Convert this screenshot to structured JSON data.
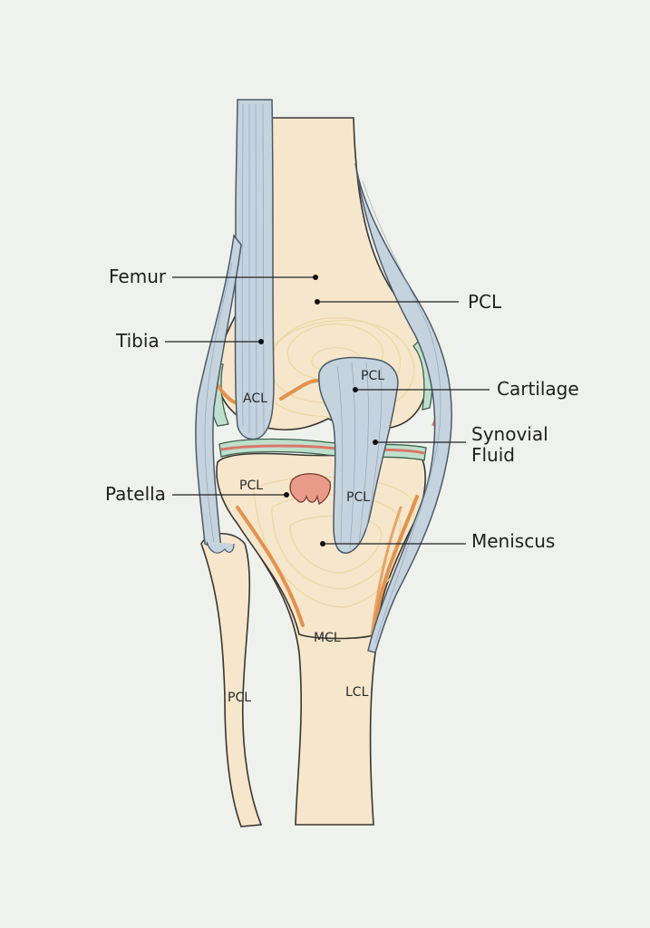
{
  "labels": {
    "left": {
      "femur": "Femur",
      "tibia": "Tibia",
      "patella": "Patella"
    },
    "right": {
      "pcl": "PCL",
      "cartilage": "Cartilage",
      "synovial_line1": "Synovial",
      "synovial_line2": "Fluid",
      "meniscus": "Meniscus"
    },
    "inner": {
      "acl": "ACL",
      "pcl_upper": "PCL",
      "pcl_mid_left": "PCL",
      "pcl_mid_right": "PCL",
      "mcl": "MCL",
      "lcl": "LCL",
      "pcl_fibula": "PCL"
    }
  },
  "colors": {
    "background": "#eef1ec",
    "bone": "#f6e6cc",
    "ligament": "#c5d3df",
    "cartilage": "#bfe0cc",
    "accent_orange": "#e2924d",
    "accent_red": "#d9776a"
  }
}
